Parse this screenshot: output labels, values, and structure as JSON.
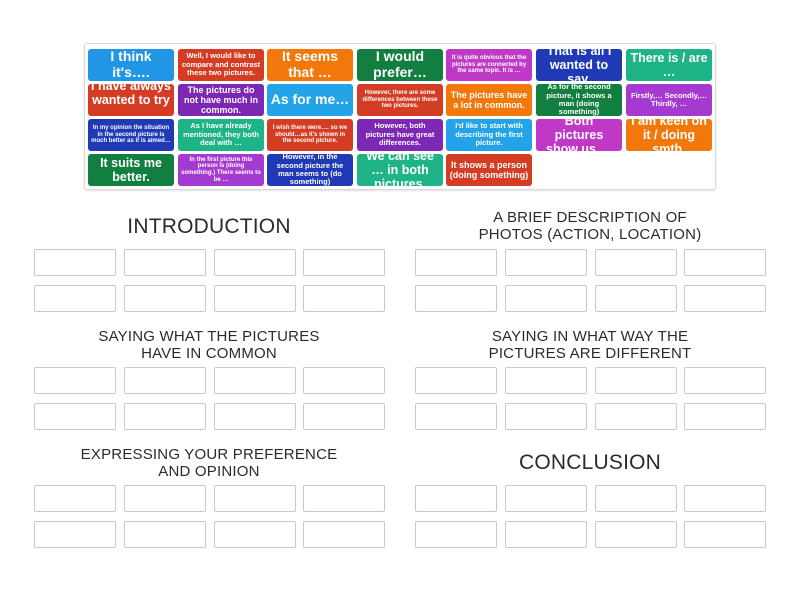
{
  "colors": {
    "blue": "#2196e4",
    "red": "#d43d24",
    "orange": "#f2780c",
    "green": "#127e3f",
    "magenta": "#c038c6",
    "navy": "#1f3ab4",
    "teal": "#1fb487",
    "purple": "#7c28b4",
    "sky": "#24a4e8",
    "violet": "#a53ad1"
  },
  "tiles": [
    {
      "text": "I think it's….",
      "color": "blue"
    },
    {
      "text": "Well, I would like to compare and contrast these two pictures.",
      "color": "red"
    },
    {
      "text": "It seems that …",
      "color": "orange"
    },
    {
      "text": "I would prefer…",
      "color": "green"
    },
    {
      "text": "It is quite obvious that the pictures are connected by the same topic. It is …",
      "color": "magenta"
    },
    {
      "text": "That is all I wanted to say.",
      "color": "navy"
    },
    {
      "text": "There is / are …",
      "color": "teal"
    },
    {
      "text": "I have always wanted to try …",
      "color": "red"
    },
    {
      "text": "The pictures do not have much in common.",
      "color": "purple"
    },
    {
      "text": "As for me…",
      "color": "sky"
    },
    {
      "text": "However, there are some differences between these two pictures.",
      "color": "red"
    },
    {
      "text": "The pictures have a lot in common.",
      "color": "orange"
    },
    {
      "text": "As for the second picture, it shows a man (doing something)",
      "color": "green"
    },
    {
      "text": "Firstly,… Secondly,… Thirdly, …",
      "color": "violet"
    },
    {
      "text": "In my opinion the situation in the second picture is much better as it is aimed…",
      "color": "navy"
    },
    {
      "text": "As I have already mentioned, they both deal with …",
      "color": "teal"
    },
    {
      "text": "I wish there were…. so we should…as it's shown in the second picture.",
      "color": "red"
    },
    {
      "text": "However, both pictures have great differences.",
      "color": "purple"
    },
    {
      "text": "I'd like to start with describing the first picture.",
      "color": "sky"
    },
    {
      "text": "Both pictures show us …",
      "color": "magenta"
    },
    {
      "text": "I am keen on it / doing smth.",
      "color": "orange"
    },
    {
      "text": "It suits me better.",
      "color": "green"
    },
    {
      "text": "In the first picture this person is (doing something.) There seems to be …",
      "color": "violet"
    },
    {
      "text": "However, in the second picture the man seems to (do something)",
      "color": "navy"
    },
    {
      "text": "We can see … in both pictures.",
      "color": "teal"
    },
    {
      "text": "It shows a person (doing something)",
      "color": "red"
    }
  ],
  "groups": [
    {
      "title": "INTRODUCTION"
    },
    {
      "title": "A BRIEF DESCRIPTION OF PHOTOS (ACTION, LOCATION)"
    },
    {
      "title": "SAYING WHAT THE PICTURES HAVE IN COMMON"
    },
    {
      "title": "SAYING IN WHAT WAY THE PICTURES ARE DIFFERENT"
    },
    {
      "title": "EXPRESSING YOUR PREFERENCE AND OPINION"
    },
    {
      "title": "CONCLUSION"
    }
  ]
}
